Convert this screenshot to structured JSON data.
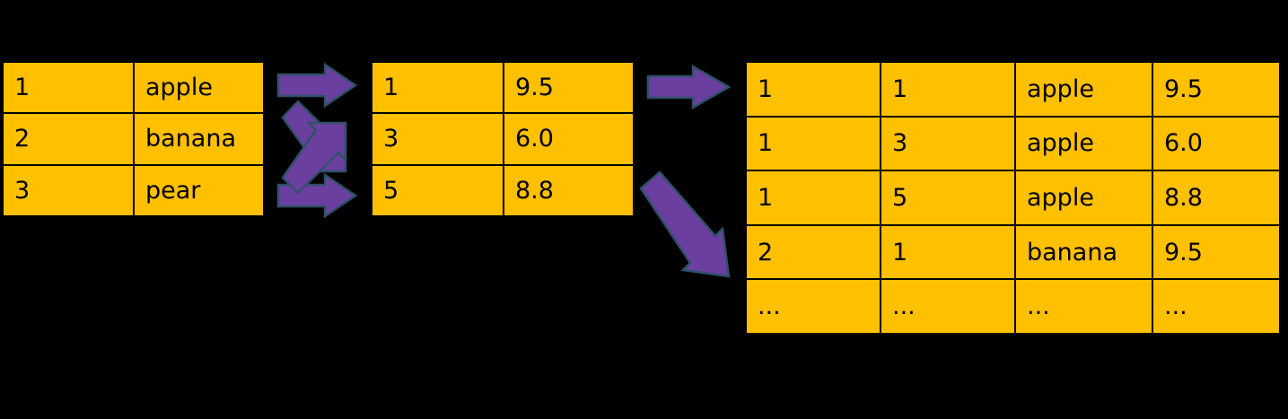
{
  "diagram": {
    "title": "join-expansion-diagram",
    "background_color": "#000000",
    "cell_fill_color": "#FFC000",
    "cell_border_color": "#000000",
    "arrow_fill_color": "#6B3FA0",
    "arrow_stroke_color": "#2E5068"
  },
  "tables": {
    "source": {
      "name": "source-table",
      "columns": 2,
      "rows": [
        [
          "1",
          "apple"
        ],
        [
          "2",
          "banana"
        ],
        [
          "3",
          "pear"
        ]
      ]
    },
    "ratings": {
      "name": "ratings-table",
      "columns": 2,
      "rows": [
        [
          "1",
          "9.5"
        ],
        [
          "3",
          "6.0"
        ],
        [
          "5",
          "8.8"
        ]
      ]
    },
    "result": {
      "name": "result-table",
      "columns": 4,
      "rows": [
        [
          "1",
          "1",
          "apple",
          "9.5"
        ],
        [
          "1",
          "3",
          "apple",
          "6.0"
        ],
        [
          "1",
          "5",
          "apple",
          "8.8"
        ],
        [
          "2",
          "1",
          "banana",
          "9.5"
        ],
        [
          "...",
          "...",
          "...",
          "..."
        ]
      ]
    }
  },
  "arrows": [
    {
      "name": "arrow-top-horizontal",
      "direction": "right",
      "from": "source-row-1",
      "to": "ratings-row-1"
    },
    {
      "name": "arrow-diagonal-down",
      "direction": "down-right",
      "from": "source-row-1",
      "to": "ratings-row-3"
    },
    {
      "name": "arrow-diagonal-up",
      "direction": "up-right",
      "from": "source-row-3",
      "to": "ratings-row-2"
    },
    {
      "name": "arrow-bottom-horizontal",
      "direction": "right",
      "from": "source-row-3",
      "to": "ratings-row-3"
    },
    {
      "name": "arrow-result-horizontal",
      "direction": "right",
      "from": "ratings-row-1",
      "to": "result-row-1"
    },
    {
      "name": "arrow-result-diagonal",
      "direction": "down-right",
      "from": "ratings-row-3",
      "to": "result-row-4"
    }
  ]
}
